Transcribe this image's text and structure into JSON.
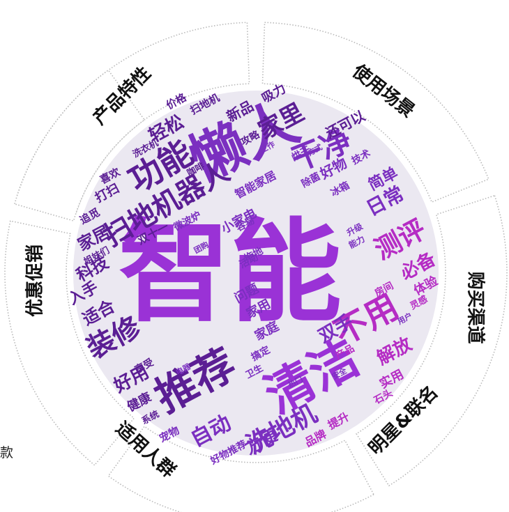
{
  "segments": [
    {
      "id": "product-features",
      "label": "产品特性"
    },
    {
      "id": "usage-scenarios",
      "label": "使用场景"
    },
    {
      "id": "purchase-channels",
      "label": "购买渠道"
    },
    {
      "id": "celebrity-collab",
      "label": "明星&联名"
    },
    {
      "id": "target-users",
      "label": "适用人群"
    },
    {
      "id": "promotions",
      "label": "优惠促销"
    }
  ],
  "side_text": "款",
  "colors": {
    "cloud_bg": "#ebe8f1",
    "ring_border": "#b9b9b9",
    "dark_purple": "#5b1e94",
    "purple": "#7b2fc0",
    "violet": "#9a32d6",
    "magenta": "#b52cc4"
  },
  "words": [
    {
      "text": "智能",
      "color": "violet"
    },
    {
      "text": "懒人",
      "color": "purple"
    },
    {
      "text": "清洁",
      "color": "violet"
    },
    {
      "text": "推荐",
      "color": "dark_purple"
    },
    {
      "text": "功能",
      "color": "dark_purple"
    },
    {
      "text": "扫地机器人",
      "color": "dark_purple"
    },
    {
      "text": "干净",
      "color": "purple"
    },
    {
      "text": "不用",
      "color": "magenta"
    },
    {
      "text": "装修",
      "color": "dark_purple"
    },
    {
      "text": "洗地机",
      "color": "purple"
    },
    {
      "text": "测评",
      "color": "magenta"
    },
    {
      "text": "家里",
      "color": "dark_purple"
    },
    {
      "text": "自动",
      "color": "purple"
    },
    {
      "text": "轻松",
      "color": "dark_purple"
    },
    {
      "text": "日常",
      "color": "purple"
    },
    {
      "text": "必备",
      "color": "magenta"
    },
    {
      "text": "双手",
      "color": "purple"
    },
    {
      "text": "解放",
      "color": "magenta"
    },
    {
      "text": "好用",
      "color": "dark_purple"
    },
    {
      "text": "家居",
      "color": "dark_purple"
    },
    {
      "text": "科技",
      "color": "dark_purple"
    },
    {
      "text": "适合",
      "color": "dark_purple"
    },
    {
      "text": "入手",
      "color": "dark_purple"
    },
    {
      "text": "方便",
      "color": "purple"
    },
    {
      "text": "简单",
      "color": "purple"
    },
    {
      "text": "好物",
      "color": "purple"
    },
    {
      "text": "新品",
      "color": "dark_purple"
    },
    {
      "text": "吸力",
      "color": "dark_purple"
    },
    {
      "text": "还可以",
      "color": "dark_purple"
    },
    {
      "text": "体验",
      "color": "magenta"
    },
    {
      "text": "小家电",
      "color": "purple"
    },
    {
      "text": "智能家居",
      "color": "purple"
    },
    {
      "text": "家用",
      "color": "purple"
    },
    {
      "text": "家庭",
      "color": "purple"
    },
    {
      "text": "问题",
      "color": "purple"
    },
    {
      "text": "实用",
      "color": "magenta"
    },
    {
      "text": "提升",
      "color": "magenta"
    },
    {
      "text": "品牌",
      "color": "magenta"
    },
    {
      "text": "健康",
      "color": "dark_purple"
    },
    {
      "text": "价格",
      "color": "dark_purple"
    },
    {
      "text": "扫地机",
      "color": "dark_purple"
    },
    {
      "text": "打扫",
      "color": "dark_purple"
    },
    {
      "text": "喜欢",
      "color": "dark_purple"
    },
    {
      "text": "追觅",
      "color": "dark_purple"
    },
    {
      "text": "双十一",
      "color": "dark_purple"
    },
    {
      "text": "微波炉",
      "color": "purple"
    },
    {
      "text": "宠物",
      "color": "purple"
    },
    {
      "text": "好物推荐",
      "color": "purple"
    },
    {
      "text": "享受",
      "color": "dark_purple"
    },
    {
      "text": "拖地",
      "color": "purple"
    },
    {
      "text": "容易",
      "color": "purple"
    },
    {
      "text": "活动",
      "color": "purple"
    },
    {
      "text": "技术",
      "color": "purple"
    },
    {
      "text": "烘干",
      "color": "purple"
    },
    {
      "text": "除菌",
      "color": "purple"
    },
    {
      "text": "冰箱",
      "color": "purple"
    },
    {
      "text": "攻略",
      "color": "dark_purple"
    },
    {
      "text": "咖啡",
      "color": "dark_purple"
    },
    {
      "text": "洗衣机",
      "color": "dark_purple"
    },
    {
      "text": "卫生",
      "color": "purple"
    },
    {
      "text": "产品",
      "color": "magenta"
    },
    {
      "text": "石头",
      "color": "magenta"
    },
    {
      "text": "房间",
      "color": "magenta"
    },
    {
      "text": "灵感",
      "color": "magenta"
    },
    {
      "text": "升级",
      "color": "purple"
    },
    {
      "text": "能力",
      "color": "purple"
    },
    {
      "text": "搞定",
      "color": "purple"
    },
    {
      "text": "姐妹们",
      "color": "dark_purple"
    },
    {
      "text": "系统",
      "color": "dark_purple"
    },
    {
      "text": "工作",
      "color": "purple"
    },
    {
      "text": "方式",
      "color": "purple"
    },
    {
      "text": "团购",
      "color": "purple"
    },
    {
      "text": "热门",
      "color": "purple"
    },
    {
      "text": "安全",
      "color": "purple"
    },
    {
      "text": "电器",
      "color": "purple"
    },
    {
      "text": "用户",
      "color": "purple"
    }
  ]
}
